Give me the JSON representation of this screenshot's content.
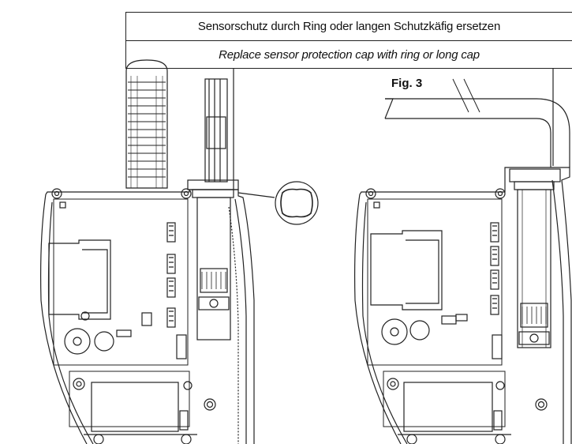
{
  "caption": {
    "german": "Sensorschutz durch Ring oder langen Schutzkäfig ersetzen",
    "english": "Replace sensor protection cap with ring or long cap"
  },
  "figure_label": "Fig. 3",
  "colors": {
    "line": "#222222",
    "background": "#ffffff"
  }
}
